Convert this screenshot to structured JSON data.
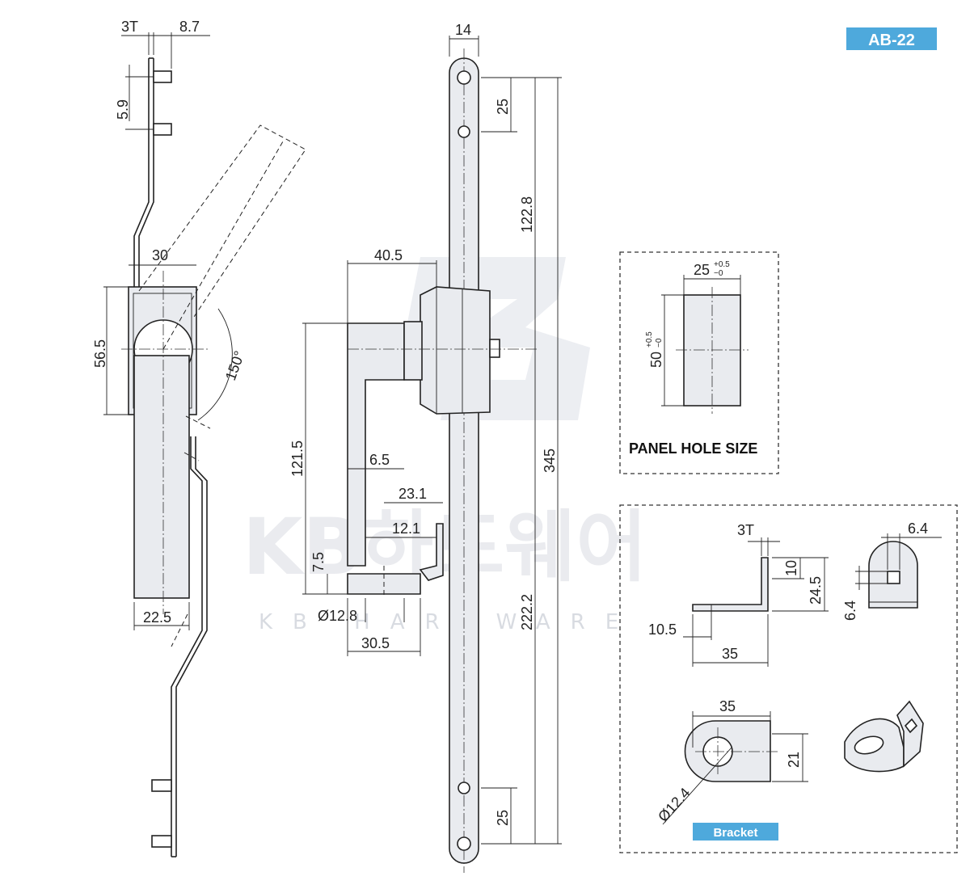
{
  "model_code": "AB-22",
  "side_view": {
    "dims": {
      "thickness": "3T",
      "offset": "8.7",
      "pin_pitch": "5.9",
      "width_top": "30",
      "height": "56.5",
      "angle": "150°",
      "width_bottom": "22.5"
    }
  },
  "front_view": {
    "dims": {
      "bar_width": "14",
      "top_hole": "25",
      "upper": "122.8",
      "total": "345",
      "lower": "222.2",
      "bottom_hole": "25",
      "handle_depth": "40.5",
      "handle_len": "121.5",
      "grip": "6.5",
      "d1": "23.1",
      "d2": "12.1",
      "d3": "7.5",
      "dia": "Ø12.8",
      "base": "30.5"
    }
  },
  "panel_hole": {
    "title": "PANEL HOLE SIZE",
    "width": "25",
    "width_tol_plus": "+0.5",
    "width_tol_minus": "−0",
    "height": "50",
    "height_tol_plus": "+0.5",
    "height_tol_minus": "−0"
  },
  "bracket": {
    "title": "Bracket",
    "dims": {
      "thickness": "3T",
      "flange": "10",
      "height": "24.5",
      "inset": "10.5",
      "length": "35",
      "sq_w": "6.4",
      "sq_h": "6.4",
      "top_len": "35",
      "top_width": "21",
      "hole_dia": "Ø12.4"
    }
  },
  "watermark": {
    "text": "KB하드웨어",
    "sub": "KB HARDWARE"
  }
}
